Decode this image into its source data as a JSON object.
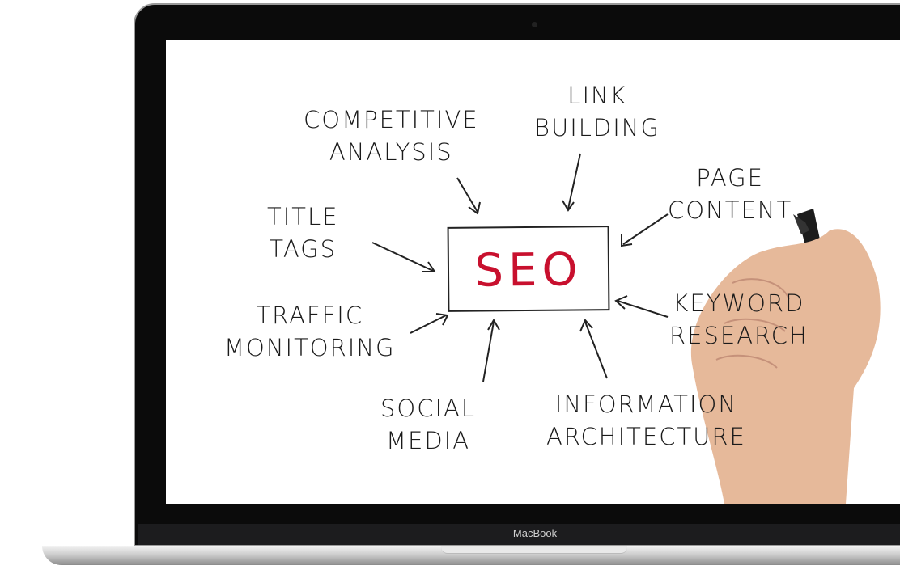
{
  "device": {
    "brand_label": "MacBook"
  },
  "diagram": {
    "center": {
      "label": "SEO",
      "color": "#c8102e"
    },
    "nodes": [
      {
        "id": "competitive",
        "label": "COMPETITIVE\nANALYSIS"
      },
      {
        "id": "link",
        "label": "LINK\nBUILDING"
      },
      {
        "id": "page",
        "label": "PAGE\nCONTENT"
      },
      {
        "id": "title",
        "label": "TITLE\nTAGS"
      },
      {
        "id": "keyword",
        "label": "KEYWORD\nRESEARCH"
      },
      {
        "id": "traffic",
        "label": "TRAFFIC\nMONITORING"
      },
      {
        "id": "social",
        "label": "SOCIAL\nMEDIA"
      },
      {
        "id": "info",
        "label": "INFORMATION\nARCHITECTURE"
      }
    ]
  }
}
